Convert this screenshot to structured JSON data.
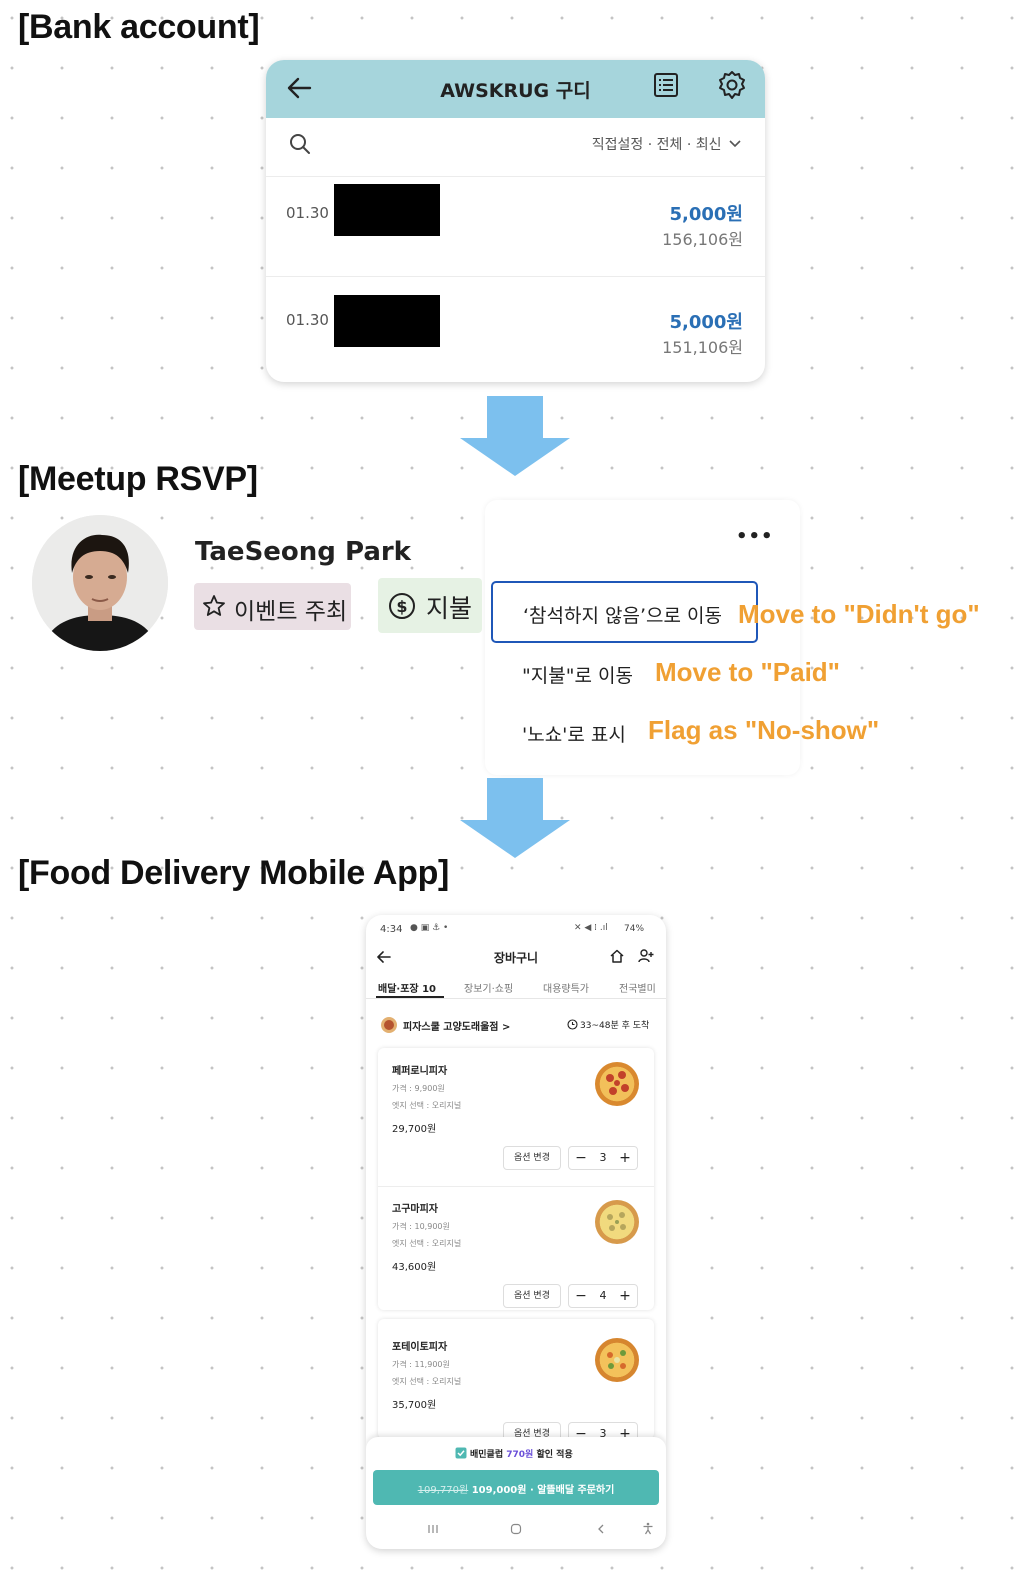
{
  "sections": {
    "bank_title": "[Bank account]",
    "rsvp_title": "[Meetup RSVP]",
    "food_title": "[Food Delivery Mobile App]"
  },
  "bank": {
    "title": "AWSKRUG 구디",
    "filter": "직접설정 · 전체 · 최신",
    "transactions": [
      {
        "date": "01.30",
        "amount": "5,000원",
        "balance": "156,106원"
      },
      {
        "date": "01.30",
        "amount": "5,000원",
        "balance": "151,106원"
      }
    ],
    "icons": [
      "back-arrow-icon",
      "list-icon",
      "gear-icon",
      "search-icon",
      "chevron-down-icon"
    ]
  },
  "rsvp": {
    "name": "TaeSeong Park",
    "badge_host": "이벤트 주최",
    "badge_paid": "지불",
    "more": "•••",
    "menu": [
      {
        "label": "‘참석하지 않음’으로 이동",
        "annotation": "Move to \"Didn't go\""
      },
      {
        "label": "\"지불\"로 이동",
        "annotation": "Move to \"Paid\""
      },
      {
        "label": "'노쇼'로 표시",
        "annotation": "Flag as \"No-show\""
      }
    ]
  },
  "food": {
    "status_time": "4:34",
    "status_battery": "74%",
    "page_title": "장바구니",
    "tabs": [
      "배달·포장 10",
      "장보기·쇼핑",
      "대용량특가",
      "전국별미"
    ],
    "store": "피자스쿨 고양도래울점 >",
    "eta": "33~48분 후 도착",
    "items": [
      {
        "name": "페퍼로니피자",
        "price": "가격 : 9,900원",
        "crust": "엣지 선택 : 오리지널",
        "total": "29,700원",
        "qty": "3",
        "option_label": "옵션 변경"
      },
      {
        "name": "고구마피자",
        "price": "가격 : 10,900원",
        "crust": "엣지 선택 : 오리지널",
        "total": "43,600원",
        "qty": "4",
        "option_label": "옵션 변경"
      },
      {
        "name": "포테이토피자",
        "price": "가격 : 11,900원",
        "crust": "엣지 선택 : 오리지널",
        "total": "35,700원",
        "qty": "3",
        "option_label": "옵션 변경"
      }
    ],
    "club_prefix": "배민클럽",
    "club_discount": "770원",
    "club_suffix": "할인 적용",
    "order_old_price": "109,770원",
    "order_label": "109,000원 · 알뜰배달 주문하기",
    "colors": {
      "accent": "#4fb8b2",
      "annotation": "#f0a033",
      "bank_header": "#a6d5dc",
      "bank_amount": "#2a6fb5"
    }
  }
}
